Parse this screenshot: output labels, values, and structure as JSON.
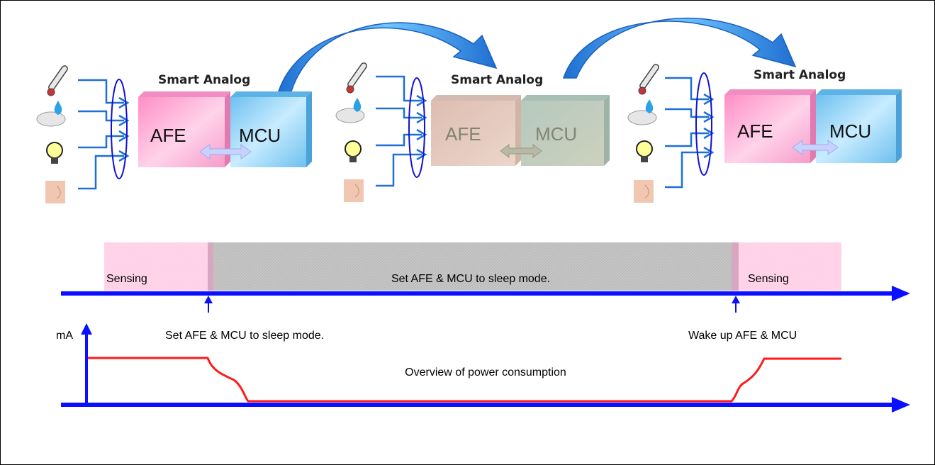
{
  "modules": [
    {
      "brand": "Smart Analog",
      "afe": "AFE",
      "mcu": "MCU",
      "state": "active"
    },
    {
      "brand": "Smart Analog",
      "afe": "AFE",
      "mcu": "MCU",
      "state": "sleep"
    },
    {
      "brand": "Smart Analog",
      "afe": "AFE",
      "mcu": "MCU",
      "state": "active"
    }
  ],
  "timeline": {
    "phase_sensing_1": "Sensing",
    "phase_sleep": "Set AFE & MCU to sleep mode.",
    "phase_sensing_2": "Sensing",
    "event_sleep": "Set AFE & MCU to sleep mode.",
    "event_wake": "Wake up AFE & MCU"
  },
  "power_chart": {
    "ylabel": "mA",
    "caption": "Overview of power consumption"
  },
  "colors": {
    "axis": "#0a10ff",
    "current_trace": "#ff1a1a",
    "sensing_band": "#ffd6ea",
    "sleep_band": "#c8c8c8",
    "afe_block": "#f7a5cf",
    "mcu_block": "#8ecdf0",
    "transition_arrow": "#2f8fe0"
  }
}
